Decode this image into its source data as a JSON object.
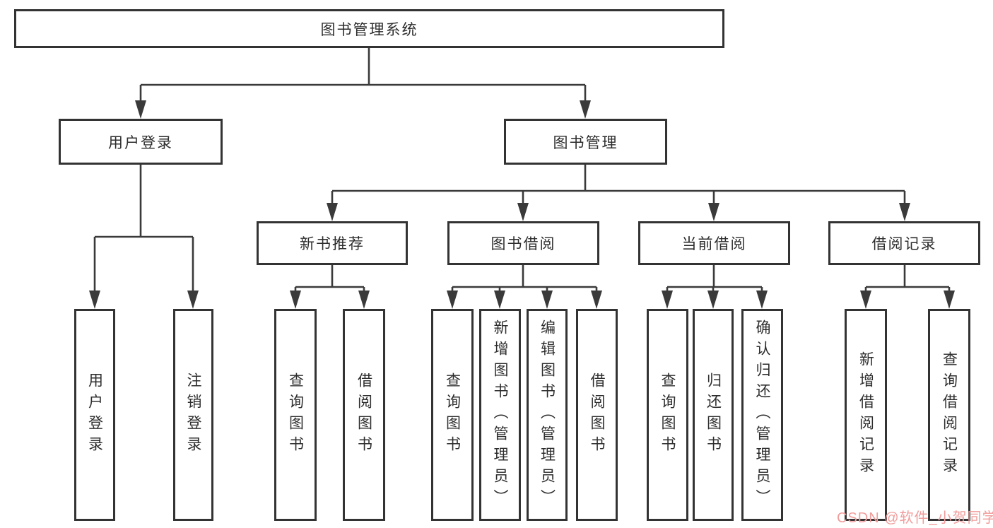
{
  "diagram": {
    "type": "hierarchy-tree",
    "colors": {
      "line": "#3a3a3a",
      "box_border": "#333333",
      "text": "#2d2d2d",
      "watermark": "#f19c9b",
      "background": "#ffffff"
    },
    "tree": {
      "root": {
        "label": "图书管理系统",
        "children": [
          {
            "label": "用户登录",
            "children": [
              {
                "label": "用户登录"
              },
              {
                "label": "注销登录"
              }
            ]
          },
          {
            "label": "图书管理",
            "children": [
              {
                "label": "新书推荐",
                "children": [
                  {
                    "label": "查询图书"
                  },
                  {
                    "label": "借阅图书"
                  }
                ]
              },
              {
                "label": "图书借阅",
                "children": [
                  {
                    "label": "查询图书"
                  },
                  {
                    "label": "新增图书（管理员）"
                  },
                  {
                    "label": "编辑图书（管理员）"
                  },
                  {
                    "label": "借阅图书"
                  }
                ]
              },
              {
                "label": "当前借阅",
                "children": [
                  {
                    "label": "查询图书"
                  },
                  {
                    "label": "归还图书"
                  },
                  {
                    "label": "确认归还（管理员）"
                  }
                ]
              },
              {
                "label": "借阅记录",
                "children": [
                  {
                    "label": "新增借阅记录"
                  },
                  {
                    "label": "查询借阅记录"
                  }
                ]
              }
            ]
          }
        ]
      }
    }
  },
  "watermark": {
    "text": "CSDN @软件_小贺同学"
  }
}
